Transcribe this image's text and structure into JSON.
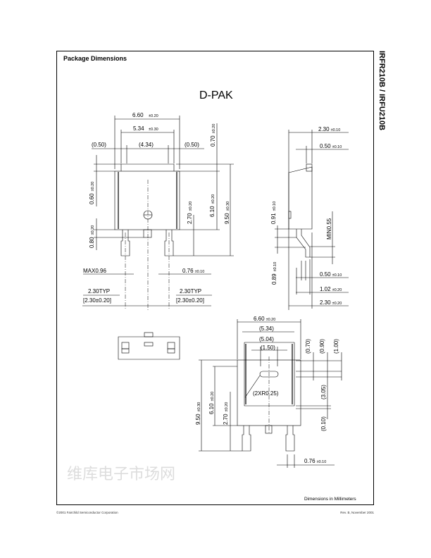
{
  "section_title": "Package Dimensions",
  "side_title": "IRFR210B / IRFU210B",
  "package_name": "D-PAK",
  "watermark": "维库电子市场网",
  "top_view": {
    "width_overall": {
      "value": "6.60",
      "tol": "±0.20"
    },
    "width_tab": {
      "value": "5.34",
      "tol": "±0.30"
    },
    "left_offset": "(0.50)",
    "tab_inner": "(4.34)",
    "right_offset": "(0.50)",
    "tab_height": {
      "value": "0.70",
      "tol": "±0.20"
    },
    "left_upper": {
      "value": "0.60",
      "tol": "±0.20"
    },
    "left_lower": {
      "value": "0.80",
      "tol": "±0.20"
    },
    "body_height": {
      "value": "6.10",
      "tol": "±0.20"
    },
    "overall_height": {
      "value": "9.50",
      "tol": "±0.30"
    },
    "lead_length": {
      "value": "2.70",
      "tol": "±0.20"
    },
    "max_lead_width": "MAX0.96",
    "lead_width": {
      "value": "0.76",
      "tol": "±0.10"
    },
    "pitch_left": {
      "typ": "2.30TYP",
      "range": "[2.30±0.20]"
    },
    "pitch_right": {
      "typ": "2.30TYP",
      "range": "[2.30±0.20]"
    }
  },
  "side_view": {
    "thickness": {
      "value": "2.30",
      "tol": "±0.10"
    },
    "tab_thickness": {
      "value": "0.50",
      "tol": "±0.10"
    },
    "lead_offset_upper": {
      "value": "0.91",
      "tol": "±0.10"
    },
    "min_standoff": "MIN0.55",
    "lead_offset_lower": {
      "value": "0.89",
      "tol": "±0.10"
    },
    "lead_thickness": {
      "value": "0.50",
      "tol": "±0.10"
    },
    "lead_foot": {
      "value": "1.02",
      "tol": "±0.20"
    },
    "overall_thickness": {
      "value": "2.30",
      "tol": "±0.20"
    }
  },
  "bottom_view": {
    "width_overall": {
      "value": "6.60",
      "tol": "±0.20"
    },
    "w1": "(5.34)",
    "w2": "(5.04)",
    "w3": "(1.50)",
    "radius": "(2XR0.25)",
    "d1": "(0.70)",
    "d2": "(0.90)",
    "d3": "(1.00)",
    "d4": "(3.05)",
    "d5": "(0.10)",
    "overall_height": {
      "value": "9.50",
      "tol": "±0.30"
    },
    "body_height": {
      "value": "6.10",
      "tol": "±0.20"
    },
    "lead_length": {
      "value": "2.70",
      "tol": "±0.20"
    },
    "lead_width": {
      "value": "0.76",
      "tol": "±0.10"
    }
  },
  "units_note": "Dimensions in Millimeters",
  "footer": {
    "copyright": "©2001 Fairchild Semiconductor Corporation",
    "revision": "Rev. B, November 2001"
  }
}
